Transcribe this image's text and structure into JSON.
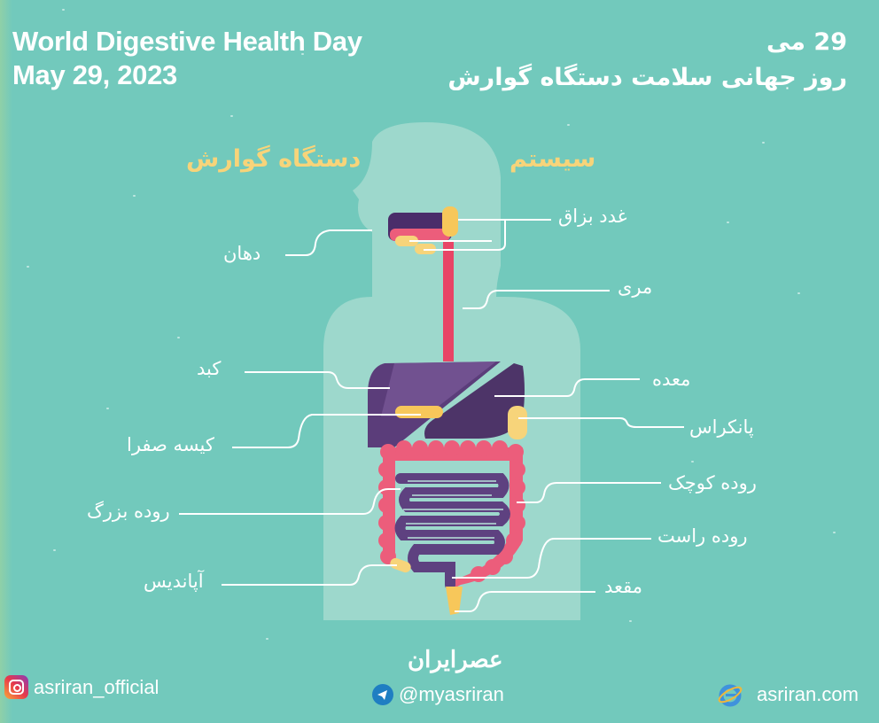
{
  "header": {
    "title_en_line1": "World Digestive Health Day",
    "title_en_line2": "May 29, 2023",
    "title_fa_line1": "29 می",
    "title_fa_line2": "روز جهانی سلامت دستگاه گوارش"
  },
  "diagram": {
    "title_part_right": "سیستم",
    "title_part_left": "دستگاه گوارش",
    "labels_right": [
      {
        "id": "salivary-glands",
        "text": "غدد بزاق"
      },
      {
        "id": "esophagus",
        "text": "مری"
      },
      {
        "id": "stomach",
        "text": "معده"
      },
      {
        "id": "pancreas",
        "text": "پانکراس"
      },
      {
        "id": "small-intestine",
        "text": "روده کوچک"
      },
      {
        "id": "rectum",
        "text": "روده راست"
      },
      {
        "id": "anus",
        "text": "مقعد"
      }
    ],
    "labels_left": [
      {
        "id": "mouth",
        "text": "دهان"
      },
      {
        "id": "liver",
        "text": "کبد"
      },
      {
        "id": "gallbladder",
        "text": "کیسه صفرا"
      },
      {
        "id": "large-intestine",
        "text": "روده بزرگ"
      },
      {
        "id": "appendix",
        "text": "آپاندیس"
      }
    ],
    "colors": {
      "background": "#72c9bc",
      "silhouette": "#9dd8cc",
      "organ_purple": "#5b3d7a",
      "organ_purple_light": "#7a5a9a",
      "organ_pink": "#ec5d7b",
      "organ_yellow": "#f7d47a",
      "accent_title": "#f7d47a"
    }
  },
  "footer": {
    "brand": "عصرایران",
    "instagram": {
      "icon": "instagram-icon",
      "handle": "asriran_official"
    },
    "telegram": {
      "icon": "telegram-icon",
      "handle": "@myasriran"
    },
    "website": {
      "icon": "internet-explorer-icon",
      "url": "asriran.com"
    }
  }
}
